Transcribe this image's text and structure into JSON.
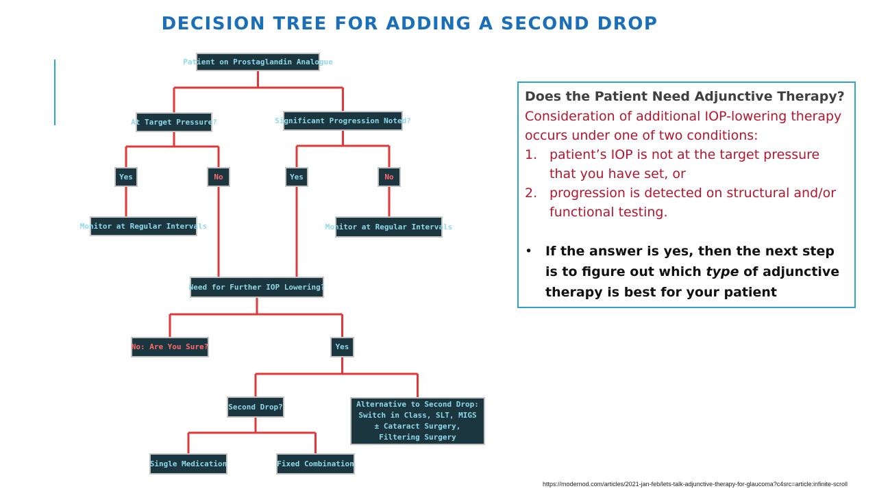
{
  "slide": {
    "title": "DECISION TREE FOR ADDING A SECOND DROP",
    "source_url": "https://modernod.com/articles/2021-jan-feb/lets-talk-adjunctive-therapy-for-glaucoma?c4src=article:infinite-scroll"
  },
  "colors": {
    "title": "#1a6fb8",
    "accent": "#2aa3c9",
    "connector": "#e03838",
    "node_fill": "#1c3640",
    "node_text": "#8fd8e8",
    "node_text_negative": "#ff6b6b",
    "info_red": "#b3162e"
  },
  "tree": {
    "nodes": {
      "root": "Patient on Prostaglandin Analogue",
      "at_target": "At Target Pressure?",
      "significant_progression": "Significant Progression Noted?",
      "target_yes": "Yes",
      "target_no": "No",
      "progression_yes": "Yes",
      "progression_no": "No",
      "monitor_left": "Monitor at Regular Intervals",
      "monitor_right": "Monitor at Regular Intervals",
      "need_further": "Need for Further IOP Lowering?",
      "no_are_you_sure": "No: Are You Sure?",
      "need_yes": "Yes",
      "second_drop": "Second Drop?",
      "alternative": "Alternative to Second Drop: Switch in Class, SLT, MIGS ± Cataract Surgery, Filtering Surgery",
      "single_medication": "Single Medication",
      "fixed_combination": "Fixed Combination"
    },
    "edges": [
      [
        "root",
        "at_target"
      ],
      [
        "root",
        "significant_progression"
      ],
      [
        "at_target",
        "target_yes"
      ],
      [
        "at_target",
        "target_no"
      ],
      [
        "significant_progression",
        "progression_yes"
      ],
      [
        "significant_progression",
        "progression_no"
      ],
      [
        "target_yes",
        "monitor_left"
      ],
      [
        "progression_no",
        "monitor_right"
      ],
      [
        "target_no",
        "need_further"
      ],
      [
        "progression_yes",
        "need_further"
      ],
      [
        "need_further",
        "no_are_you_sure"
      ],
      [
        "need_further",
        "need_yes"
      ],
      [
        "need_yes",
        "second_drop"
      ],
      [
        "need_yes",
        "alternative"
      ],
      [
        "second_drop",
        "single_medication"
      ],
      [
        "second_drop",
        "fixed_combination"
      ]
    ]
  },
  "info": {
    "heading": "Does the Patient Need Adjunctive Therapy?",
    "intro": "Consideration of additional IOP-lowering therapy occurs under one of two conditions:",
    "conditions": [
      {
        "num": "1.",
        "text": "patient’s IOP is not at the target pressure that you have set, or"
      },
      {
        "num": "2.",
        "text": "progression is detected on structural and/or functional testing."
      }
    ],
    "bullet": {
      "symbol": "•",
      "before": "If the answer is yes, then the next step is to figure out which ",
      "emphasis": "type",
      "after": " of adjunctive therapy is best for your patient"
    }
  }
}
